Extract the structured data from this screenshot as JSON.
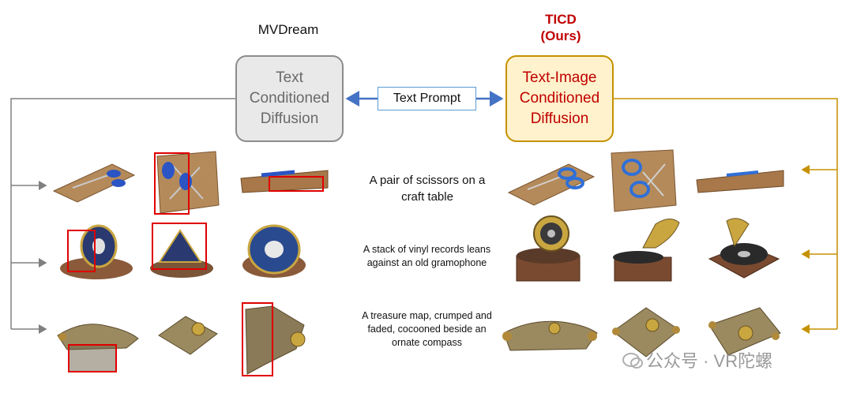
{
  "left_method": {
    "title": "MVDream",
    "box_text": "Text Conditioned Diffusion"
  },
  "right_method": {
    "title_line1": "TICD",
    "title_line2": "(Ours)",
    "box_text": "Text-Image Conditioned Diffusion"
  },
  "center_box": "Text Prompt",
  "prompts": [
    "A pair of scissors on a craft table",
    "A stack of vinyl records leans against an old gramophone",
    "A treasure map, crumped and faded, cocooned beside an ornate compass"
  ],
  "watermark": "公众号 · VR陀螺",
  "colors": {
    "left_connector": "#808080",
    "right_connector": "#c59100",
    "prompt_arrow": "#4472c4",
    "highlight_box": "#e00000",
    "ours": "#c00000"
  }
}
